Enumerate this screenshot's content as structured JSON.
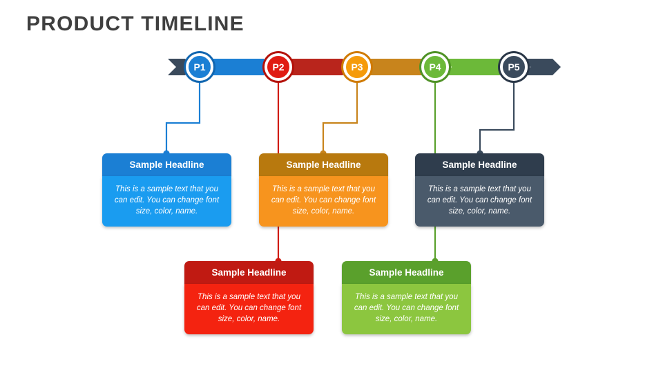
{
  "page": {
    "title": "PRODUCT TIMELINE",
    "background": "#ffffff",
    "title_color": "#3f3f3f"
  },
  "timeline": {
    "nodes": [
      {
        "label": "P1",
        "color": "#1b7fd4",
        "ring": "#1166b0"
      },
      {
        "label": "P2",
        "color": "#e01b12",
        "ring": "#b41109"
      },
      {
        "label": "P3",
        "color": "#f59b0b",
        "ring": "#d07a00"
      },
      {
        "label": "P4",
        "color": "#6cb939",
        "ring": "#4f9226"
      },
      {
        "label": "P5",
        "color": "#3a4a5c",
        "ring": "#2a3747"
      }
    ],
    "arrow_colors": [
      "#1b7fd4",
      "#b9251c",
      "#c8841c",
      "#6cb939",
      "#3a4a5c"
    ],
    "arrow_start_color": "#3a4a5c",
    "arrow_end_color": "#3a4a5c"
  },
  "cards": [
    {
      "id": "card-p1",
      "headline": "Sample Headline",
      "text": "This is a sample text that you can edit. You can change font size, color, name.",
      "head_color": "#1b7fd4",
      "body_color": "#1a9cf0",
      "line_color": "#1b7fd4"
    },
    {
      "id": "card-p2",
      "headline": "Sample Headline",
      "text": "This is a sample text that you can edit. You can change font size, color, name.",
      "head_color": "#c01a12",
      "body_color": "#f42310",
      "line_color": "#d01a12"
    },
    {
      "id": "card-p3",
      "headline": "Sample Headline",
      "text": "This is a sample text that you can edit. You can change font size, color, name.",
      "head_color": "#b8790e",
      "body_color": "#f7941e",
      "line_color": "#c8841c"
    },
    {
      "id": "card-p4",
      "headline": "Sample Headline",
      "text": "This is a sample text that you can edit. You can change font size, color, name.",
      "head_color": "#5aa02c",
      "body_color": "#8cc63f",
      "line_color": "#5aa02c"
    },
    {
      "id": "card-p5",
      "headline": "Sample Headline",
      "text": "This is a sample text that you can edit. You can change font size, color, name.",
      "head_color": "#2f3d4d",
      "body_color": "#4a5a6b",
      "line_color": "#3a4a5c"
    }
  ]
}
